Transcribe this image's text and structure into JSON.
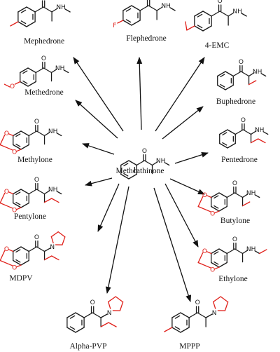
{
  "center": {
    "label": "Methcathinone"
  },
  "compounds": [
    {
      "id": "mephedrone",
      "label": "Mephedrone"
    },
    {
      "id": "flephedrone",
      "label": "Flephedrone",
      "atom": "F"
    },
    {
      "id": "4-emc",
      "label": "4-EMC"
    },
    {
      "id": "methedrone",
      "label": "Methedrone",
      "atom": "O"
    },
    {
      "id": "buphedrone",
      "label": "Buphedrone"
    },
    {
      "id": "methylone",
      "label": "Methylone"
    },
    {
      "id": "pentedrone",
      "label": "Pentedrone"
    },
    {
      "id": "pentylone",
      "label": "Pentylone"
    },
    {
      "id": "butylone",
      "label": "Butylone"
    },
    {
      "id": "mdpv",
      "label": "MDPV"
    },
    {
      "id": "ethylone",
      "label": "Ethylone"
    },
    {
      "id": "alpha-pvp",
      "label": "Alpha-PVP"
    },
    {
      "id": "mppp",
      "label": "MPPP"
    }
  ],
  "atoms": {
    "oxygen": "O",
    "nitrogen": "N",
    "nh": "NH"
  },
  "colors": {
    "modification": "#e0201a",
    "bond": "#1a1a1a"
  }
}
